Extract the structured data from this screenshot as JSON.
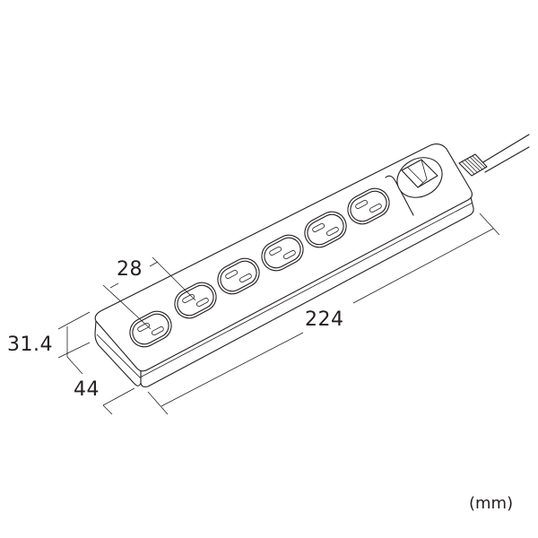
{
  "drawing": {
    "subject": "6-outlet power strip with switch",
    "outlet_count": 6,
    "units_label": "(mm)",
    "line_color": "#231f20",
    "background_color": "#ffffff"
  },
  "dimensions": {
    "length": "224",
    "height": "31.4",
    "width": "44",
    "outlet_pitch": "28"
  }
}
